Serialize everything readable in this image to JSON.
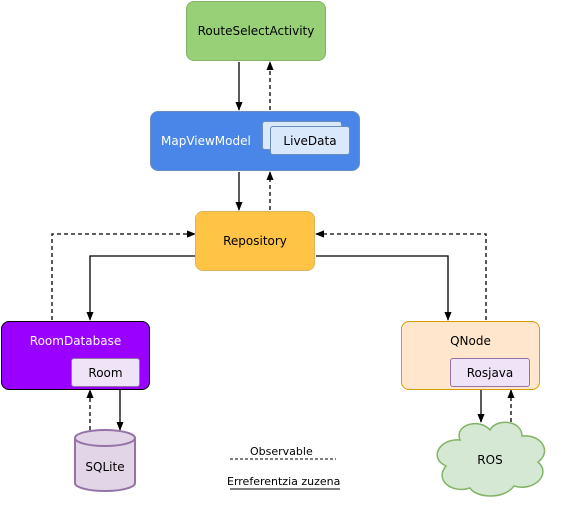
{
  "nodes": {
    "route_select_activity": {
      "label": "RouteSelectActivity",
      "fill": "#97d077",
      "stroke": "#82b366"
    },
    "map_view_model": {
      "label": "MapViewModel",
      "fill": "#4a86e8",
      "stroke": "#6c8ebf"
    },
    "live_data": {
      "label": "LiveData",
      "fill": "#dae8fc",
      "stroke": "#6c8ebf"
    },
    "repository": {
      "label": "Repository",
      "fill": "#ffc445",
      "stroke": "#d6b656"
    },
    "room_database": {
      "label": "RoomDatabase",
      "fill": "#9900ff",
      "stroke": "#000000"
    },
    "room": {
      "label": "Room",
      "fill": "#efe3f8",
      "stroke": "#9673a6"
    },
    "qnode": {
      "label": "QNode",
      "fill": "#ffe6cc",
      "stroke": "#d79b00"
    },
    "rosjava": {
      "label": "Rosjava",
      "fill": "#efe3f8",
      "stroke": "#9673a6"
    },
    "sqlite": {
      "label": "SQLite",
      "fill": "#e1d5e7",
      "stroke": "#9673a6"
    },
    "ros": {
      "label": "ROS",
      "fill": "#d5e8d4",
      "stroke": "#82b366"
    }
  },
  "legend": {
    "observable": "Observable",
    "direct_reference": "Erreferentzia zuzena"
  }
}
